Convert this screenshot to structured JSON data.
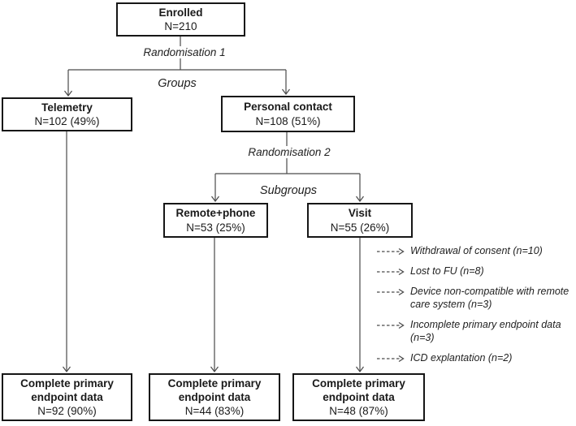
{
  "diagram": {
    "boxes": {
      "enrolled": {
        "title": "Enrolled",
        "value": "N=210"
      },
      "telemetry": {
        "title": "Telemetry",
        "value": "N=102 (49%)"
      },
      "personal_contact": {
        "title": "Personal contact",
        "value": "N=108 (51%)"
      },
      "remote_phone": {
        "title": "Remote+phone",
        "value": "N=53 (25%)"
      },
      "visit": {
        "title": "Visit",
        "value": "N=55 (26%)"
      },
      "outcome_telemetry": {
        "title": "Complete primary endpoint data",
        "value": "N=92 (90%)"
      },
      "outcome_remote_phone": {
        "title": "Complete primary endpoint data",
        "value": "N=44 (83%)"
      },
      "outcome_visit": {
        "title": "Complete primary endpoint data",
        "value": "N=48 (87%)"
      }
    },
    "labels": {
      "randomisation_1": "Randomisation 1",
      "groups": "Groups",
      "randomisation_2": "Randomisation 2",
      "subgroups": "Subgroups"
    },
    "exclusions": [
      "Withdrawal of consent (n=10)",
      "Lost to FU (n=8)",
      "Device non-compatible with remote care system (n=3)",
      "Incomplete primary endpoint data (n=3)",
      "ICD explantation (n=2)"
    ],
    "colors": {
      "line": "#4a4a4a",
      "box_border": "#161616",
      "text": "#1a1a1a",
      "background": "#ffffff"
    }
  }
}
